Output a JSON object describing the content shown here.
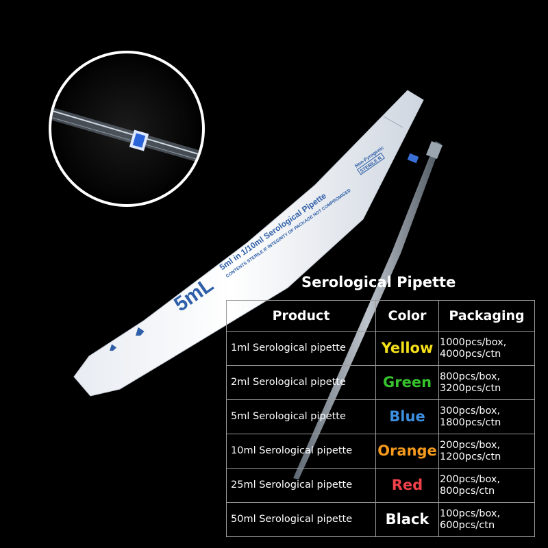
{
  "wrapper": {
    "volume_label": "5mL",
    "product_line": "5ml in 1/10ml Serological Pipette",
    "notice_line": "CONTENTS STERILE IF INTEGRITY OF PACKAGE NOT COMPROMISED",
    "badge_top": "Non-Pyrogenic",
    "badge_bottom": "STERILE R"
  },
  "table": {
    "title": "Serological Pipette",
    "headers": {
      "product": "Product",
      "color": "Color",
      "packaging": "Packaging"
    },
    "rows": [
      {
        "product": "1ml Serological pipette",
        "color": "Yellow",
        "color_hex": "#f4df1a",
        "pack_box": "1000pcs/box,",
        "pack_ctn": "4000pcs/ctn"
      },
      {
        "product": "2ml Serological pipette",
        "color": "Green",
        "color_hex": "#36c22c",
        "pack_box": "800pcs/box,",
        "pack_ctn": "3200pcs/ctn"
      },
      {
        "product": "5ml Serological pipette",
        "color": "Blue",
        "color_hex": "#3d8fe0",
        "pack_box": "300pcs/box,",
        "pack_ctn": "1800pcs/ctn"
      },
      {
        "product": "10ml Serological pipette",
        "color": "Orange",
        "color_hex": "#f59a1c",
        "pack_box": "200pcs/box,",
        "pack_ctn": "1200pcs/ctn"
      },
      {
        "product": "25ml Serological pipette",
        "color": "Red",
        "color_hex": "#f0414a",
        "pack_box": "200pcs/box,",
        "pack_ctn": "800pcs/ctn"
      },
      {
        "product": "50ml Serological pipette",
        "color": "Black",
        "color_hex": "#ffffff",
        "pack_box": "100pcs/box,",
        "pack_ctn": "600pcs/ctn"
      }
    ]
  }
}
